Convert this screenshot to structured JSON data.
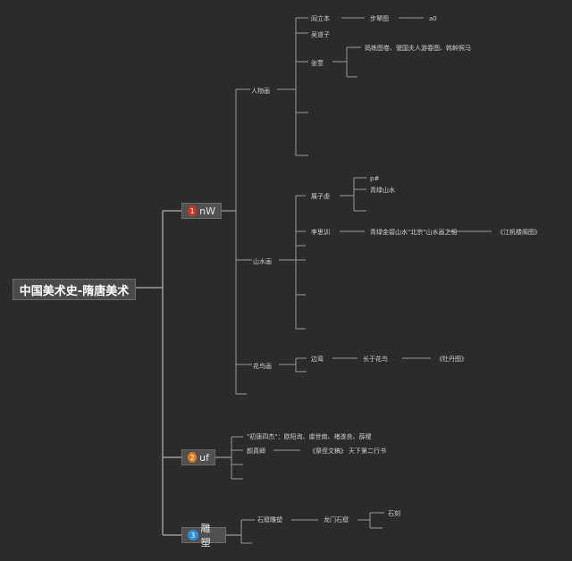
{
  "root": {
    "title": "中国美术史-隋唐美术"
  },
  "branches": [
    {
      "num": "1",
      "label": "nW",
      "color": "#d0341f"
    },
    {
      "num": "2",
      "label": "uf",
      "color": "#e07a1c"
    },
    {
      "num": "3",
      "label": "雕塑",
      "color": "#2a8fd6"
    }
  ],
  "nodes": {
    "renwu": "人物画",
    "yanliben": "阎立本",
    "bunian": "步辇图",
    "a0": "a0",
    "wudaozi": "吴道子",
    "zhangxuan": "张萱",
    "zhangxuan_desc": "捣练图卷、虢国夫人游春图、韩幹照马",
    "shanshui": "山水画",
    "zhanziqian": "展子虔",
    "zx1": "p#",
    "zx2": "青绿山水",
    "lisixun": "李思训",
    "lsx_desc": "青绿金碧山水\"北宗\"山水画之祖",
    "lsx_work": "《江帆楼阁图》",
    "huaniao": "花鸟画",
    "bianluan": "边鸾",
    "bl_desc": "长于花鸟",
    "bl_work": "《牡丹图》",
    "shu1": "\"初唐四杰\"：欧阳询、虞世南、褚遂良、薛稷",
    "yanzhenqing": "颜真卿",
    "yzq_work": "《祭侄文稿》",
    "yzq_note": "天下第二行书",
    "diaosu": "石窟雕塑",
    "longmen": "龙门石窟",
    "fengxian": "石刻"
  }
}
